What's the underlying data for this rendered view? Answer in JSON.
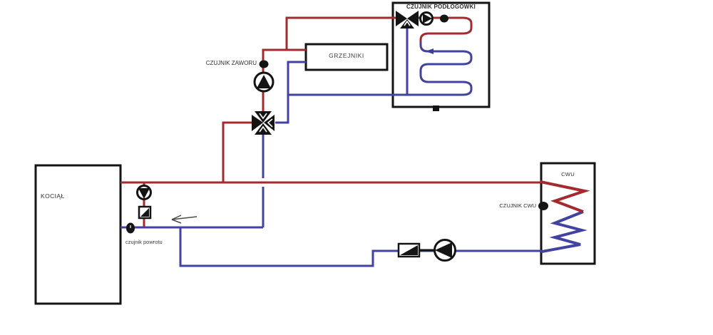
{
  "labels": {
    "floor_box_title": "CZUJNIK PODŁOGÓWKI",
    "radiators": "GRZEJNIKI",
    "valve_sensor": "CZUJNIK ZAWORU",
    "boiler": "KOCIĄŁ",
    "return_sensor": "czujnik powrotu",
    "cwu_sensor": "CZUJNIK CWU",
    "cwu_tank": "CWU"
  },
  "colors": {
    "supply": "#a32b30",
    "return": "#4243a0",
    "outline": "#141414",
    "text": "#2e2e2e",
    "arrow": "#4a4a4a"
  },
  "components": [
    {
      "name": "three-way-mixing-valve-icon",
      "location": "floor-heating-box"
    },
    {
      "name": "circulation-pump-icon",
      "location": "floor-heating-box"
    },
    {
      "name": "floor-sensor-dot",
      "location": "floor-heating-box"
    },
    {
      "name": "serpentine-coil",
      "location": "floor-heating-box"
    },
    {
      "name": "four-way-mixing-valve-icon",
      "location": "center"
    },
    {
      "name": "circulation-pump-icon",
      "location": "radiator-riser"
    },
    {
      "name": "valve-sensor-dot",
      "location": "radiator-riser"
    },
    {
      "name": "circulation-pump-icon",
      "location": "boiler-bypass"
    },
    {
      "name": "check-valve-icon",
      "location": "boiler-bypass"
    },
    {
      "name": "return-sensor-dot",
      "location": "boiler-return"
    },
    {
      "name": "flow-arrow-left",
      "location": "boiler-return"
    },
    {
      "name": "check-valve-icon",
      "location": "cwu-return"
    },
    {
      "name": "circulation-pump-icon",
      "location": "cwu-return"
    },
    {
      "name": "cwu-sensor-dot",
      "location": "cwu-tank"
    },
    {
      "name": "zigzag-coil",
      "location": "cwu-tank"
    },
    {
      "name": "flow-arrow-left",
      "location": "floor-coil"
    }
  ]
}
